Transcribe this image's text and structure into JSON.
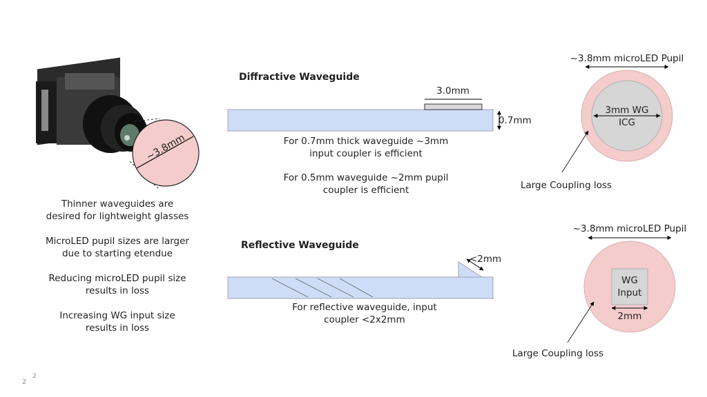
{
  "left_notes": {
    "pupil_label": "~3.8mm",
    "notes": [
      {
        "line1": "Thinner waveguides are",
        "line2": "desired for lightweight glasses"
      },
      {
        "line1": "MicroLED pupil sizes are larger",
        "line2": "due to starting etendue"
      },
      {
        "line1": "Reducing microLED pupil size",
        "line2": "results in loss"
      },
      {
        "line1": "Increasing WG input size",
        "line2": "results in loss"
      }
    ]
  },
  "diffractive": {
    "title": "Diffractive Waveguide",
    "coupler_width": "3.0mm",
    "thickness": "0.7mm",
    "note1": {
      "line1": "For 0.7mm thick waveguide  ~3mm",
      "line2": "input coupler is efficient"
    },
    "note2": {
      "line1": "For 0.5mm waveguide ~2mm pupil",
      "line2": "coupler is efficient"
    },
    "pupil_title": "~3.8mm microLED Pupil",
    "icg_line1": "3mm WG",
    "icg_line2": "ICG",
    "loss_label": "Large Coupling loss"
  },
  "reflective": {
    "title": "Reflective Waveguide",
    "coupler_size": "<2mm",
    "note": {
      "line1": "For reflective waveguide, input",
      "line2": "coupler <2x2mm"
    },
    "pupil_title": "~3.8mm microLED Pupil",
    "input_line1": "WG",
    "input_line2": "Input",
    "input_width": "2mm",
    "loss_label": "Large Coupling loss"
  },
  "footer": {
    "page": "2",
    "sup": "2"
  },
  "colors": {
    "waveguide": "#cfdcf7",
    "pupil": "#f4cccc",
    "icg": "#d6d6d6",
    "stroke": "#9aa3b5"
  }
}
